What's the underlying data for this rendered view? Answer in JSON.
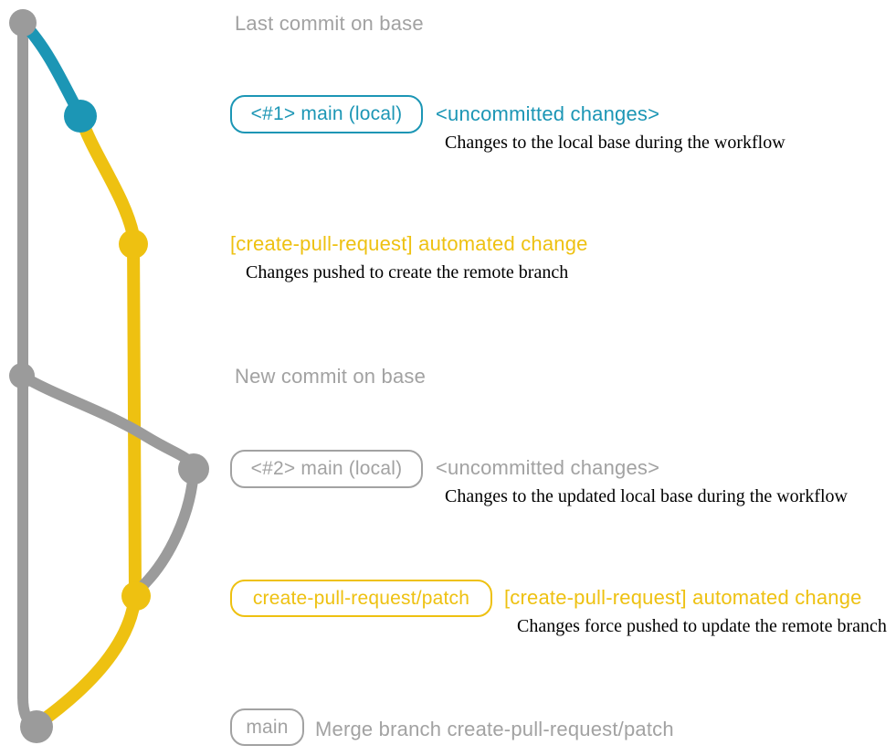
{
  "colors": {
    "gray_line": "#9b9b9b",
    "gray_text": "#a2a2a2",
    "blue": "#1c96b5",
    "yellow": "#eec111",
    "description_text": "#000000"
  },
  "diagram": {
    "base_branch": {
      "last_commit_label": "Last commit on base",
      "new_commit_label": "New commit on base"
    },
    "step1": {
      "branch_box": "<#1> main (local)",
      "status": "<uncommitted changes>",
      "description": "Changes to the local base during the workflow"
    },
    "step2": {
      "title": "[create-pull-request] automated change",
      "description": "Changes pushed to create the remote branch"
    },
    "step3": {
      "branch_box": "<#2> main (local)",
      "status": "<uncommitted changes>",
      "description": "Changes to the updated local base during the workflow"
    },
    "step4": {
      "branch_box": "create-pull-request/patch",
      "title": "[create-pull-request] automated change",
      "description": "Changes force pushed to update the remote branch"
    },
    "step5": {
      "branch_box": "main",
      "message": "Merge branch create-pull-request/patch"
    }
  }
}
